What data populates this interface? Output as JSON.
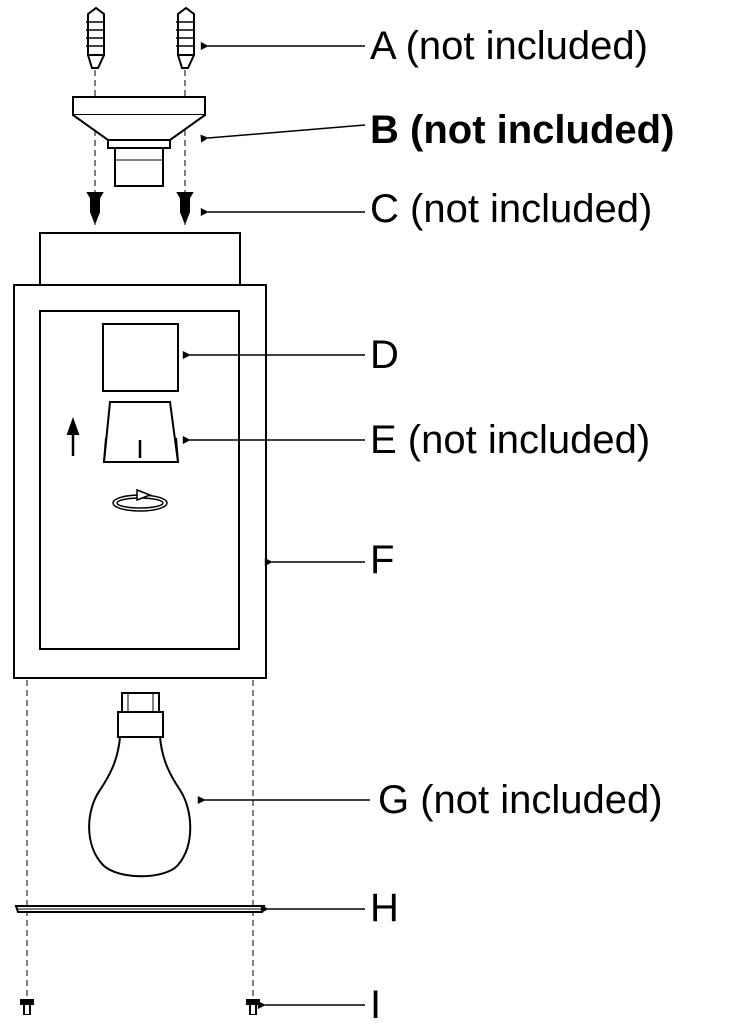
{
  "labels": {
    "a": "A (not included)",
    "b": "B (not included)",
    "c": "C (not included)",
    "d": "D",
    "e": "E (not included)",
    "f": "F",
    "g": "G (not included)",
    "h": "H",
    "i": "I"
  },
  "colors": {
    "line": "#000000",
    "background": "#ffffff"
  }
}
